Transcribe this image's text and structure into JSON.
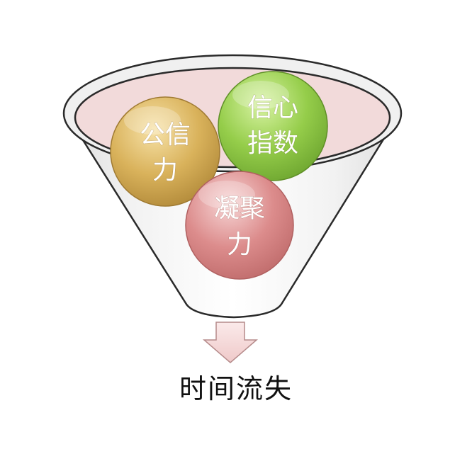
{
  "diagram": {
    "balls": [
      {
        "line1": "公信",
        "line2": "力",
        "color": "#c9a04a"
      },
      {
        "line1": "信心",
        "line2": "指数",
        "color": "#8cc63f"
      },
      {
        "line1": "凝聚",
        "line2": "力",
        "color": "#d98585"
      }
    ],
    "caption": "时间流失",
    "colors": {
      "funnel_rim_fill": "#f2d9d9",
      "funnel_outline": "#111111",
      "arrow_fill": "#f4dcdc",
      "arrow_stroke": "#b58a8a"
    }
  }
}
